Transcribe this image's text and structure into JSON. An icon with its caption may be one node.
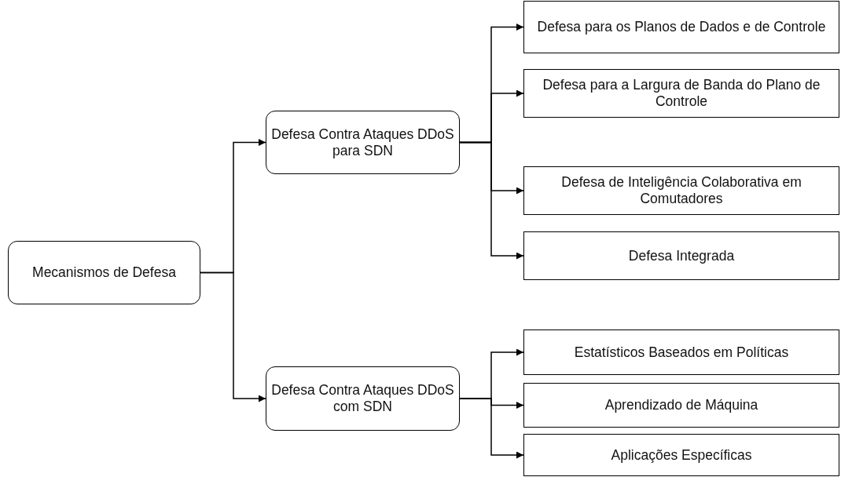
{
  "diagram": {
    "nodes": [
      {
        "text": [
          "Mecanismos de Defesa"
        ]
      },
      {
        "text": [
          "Defesa Contra Ataques DDoS para SDN"
        ]
      },
      {
        "text": [
          "Defesa Contra Ataques DDoS com SDN"
        ]
      },
      {
        "text": [
          "Defesa para os Planos de Dados e de Controle"
        ]
      },
      {
        "text": [
          "Defesa para a Largura de Banda do Plano de Controle"
        ]
      },
      {
        "text": [
          "Defesa de Inteligência Colaborativa em Comutadores"
        ]
      },
      {
        "text": [
          "Defesa Integrada"
        ]
      },
      {
        "text": [
          "Estatísticos Baseados em Políticas"
        ]
      },
      {
        "text": [
          "Aprendizado de Máquina"
        ]
      },
      {
        "text": [
          "Aplicações Específicas"
        ]
      }
    ],
    "edges": [
      {
        "from": 0,
        "to": 1,
        "arrow": "to"
      },
      {
        "from": 0,
        "to": 2,
        "arrow": "to"
      },
      {
        "from": 1,
        "to": 3,
        "arrow": "to"
      },
      {
        "from": 1,
        "to": 4,
        "arrow": "to"
      },
      {
        "from": 1,
        "to": 5,
        "arrow": "to"
      },
      {
        "from": 1,
        "to": 6,
        "arrow": "to"
      },
      {
        "from": 2,
        "to": 7,
        "arrow": "to"
      },
      {
        "from": 2,
        "to": 8,
        "arrow": "to"
      },
      {
        "from": 2,
        "to": 9,
        "arrow": "to"
      }
    ]
  }
}
